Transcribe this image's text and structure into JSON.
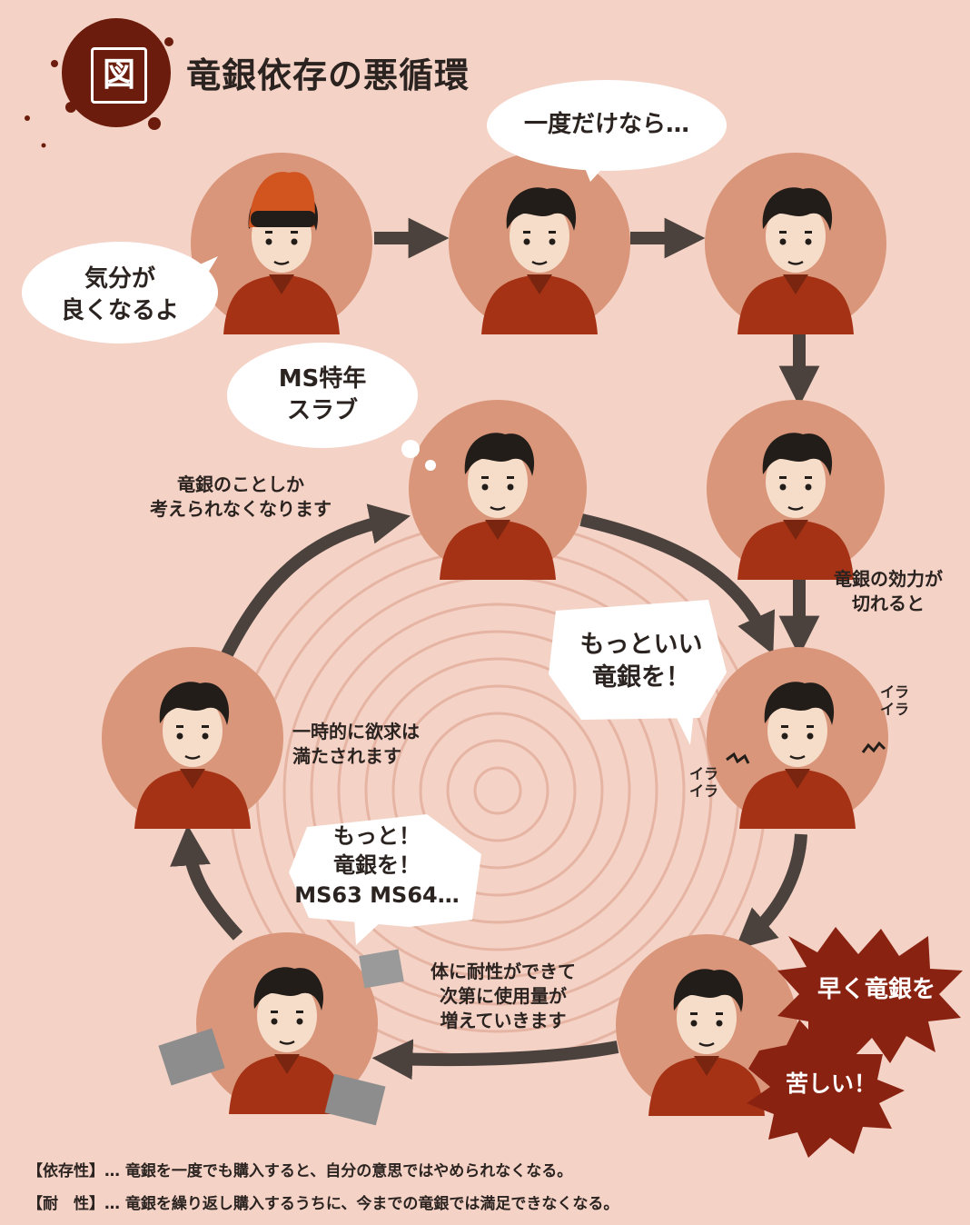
{
  "header": {
    "badge_label": "図",
    "title": "竜銀依存の悪循環"
  },
  "bubbles": {
    "dealer": "気分が\n良くなるよ",
    "once": "一度だけなら…",
    "thought": "MS特年\nスラブ",
    "better": "もっといい\n竜銀を！",
    "more": "もっと！\n竜銀を！\nMS63 MS64…",
    "hurry": "早く竜銀を",
    "suffer": "苦しい！"
  },
  "captions": {
    "only_think": "竜銀のことしか\n考えられなくなります",
    "wear_off": "竜銀の効力が\n切れると",
    "satisfied": "一時的に欲求は\n満たされます",
    "tolerance": "体に耐性ができて\n次第に使用量が\n増えていきます",
    "ira1": "イラ\nイラ",
    "ira2": "イラ\nイラ"
  },
  "footer": {
    "dependence": "【依存性】… 竜銀を一度でも購入すると、自分の意思ではやめられなくなる。",
    "tolerance": "【耐　性】… 竜銀を繰り返し購入するうちに、今までの竜銀では満足できなくなる。"
  },
  "colors": {
    "background": "#f4d2c6",
    "circle": "#d9967a",
    "shirt": "#a53215",
    "arrow": "#4c423d",
    "burst": "#8a2211",
    "badge": "#6b1c0c"
  }
}
